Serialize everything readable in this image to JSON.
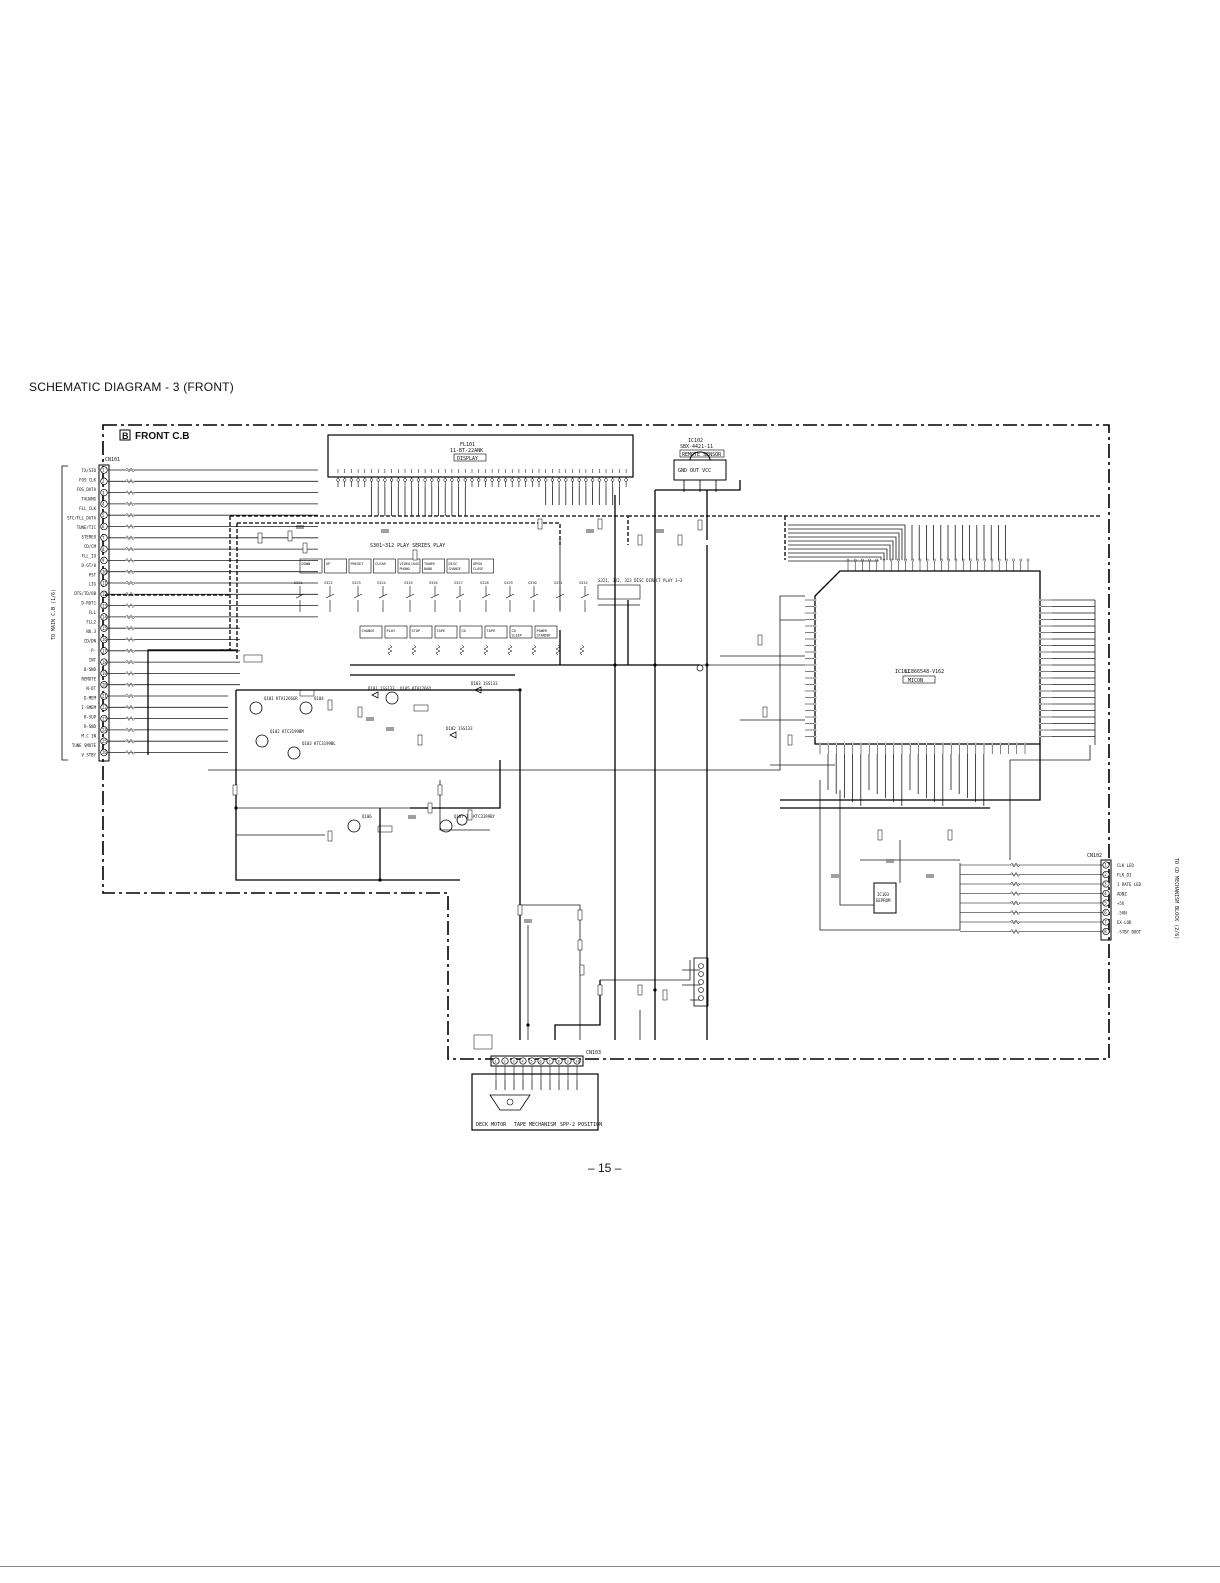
{
  "page": {
    "title": "SCHEMATIC  DIAGRAM - 3  (FRONT)",
    "page_number": "– 15 –"
  },
  "board": {
    "marker": "B",
    "name": "FRONT  C.B"
  },
  "connectors": {
    "cn101": "CN101",
    "cn102": "CN102",
    "cn103": "CN103",
    "cn101_pins": [
      "1",
      "2",
      "3",
      "4",
      "5",
      "6",
      "7",
      "8",
      "9",
      "10",
      "11",
      "12",
      "13",
      "14",
      "15",
      "16",
      "17",
      "18",
      "19",
      "20",
      "21",
      "22",
      "23",
      "24",
      "25",
      "26"
    ],
    "cn101_signals": [
      "TX/SIO",
      "FOS_CLK",
      "FOS_DATA",
      "TAUAMG",
      "FLL_CLK",
      "STC/FLL_DATA",
      "TUNE/TIC",
      "STEREO",
      "CD/CM",
      "FLL_IO",
      "D-GT/0",
      "PST",
      "LIG",
      "DTS/TD/OB",
      "D-ROT1",
      "FLL",
      "FLL2",
      "NO.3",
      "CD/DN",
      "P-",
      "INT",
      "B-SND",
      "REMOTE",
      "N-DT",
      "D-MEM",
      "I-SMEM",
      "K-SUP",
      "R-SND",
      "M.C IN",
      "TUNE SMUTE",
      "V STBY"
    ],
    "cn102_pins": [
      "1",
      "2",
      "3",
      "4",
      "5",
      "6",
      "7",
      "8"
    ],
    "cn102_signals": [
      "CLK LED",
      "FLK_DI",
      "1 RATE LED",
      "ADNZ",
      "+5V",
      "-5VN",
      "EX-LOD",
      "-STBY BOOT"
    ],
    "cn103_pins": [
      "1",
      "2",
      "3",
      "4",
      "5",
      "6",
      "7",
      "8",
      "9",
      "10"
    ],
    "cn101_side_label": "TO MAIN C.B (1/6)",
    "cn102_side_label": "TO CD MECHANISM BLOCK (2/6)"
  },
  "ics": {
    "display": {
      "ref": "FL101",
      "part": "11-BT-22ANK",
      "label": "DISPLAY"
    },
    "remote": {
      "ref": "IC102",
      "part": "SBX-4421-11",
      "label": "REMOTE SENSOR",
      "pins": "GND OUT VCC"
    },
    "micom": {
      "ref": "IC101",
      "part": "LC866548-V162",
      "label": "MICON"
    },
    "ic103": {
      "ref": "IC103",
      "label": "EEPROM"
    }
  },
  "switches": {
    "top_row": [
      "DOWN",
      "UP",
      "PRESET",
      "CLEAR",
      "VIDEO/AUX PHONO",
      "TUNER BAND",
      "DISC CHANGE",
      "OPEN CLOSE"
    ],
    "row_refs": [
      "S321",
      "S322",
      "S323",
      "S324",
      "S325",
      "S326",
      "S327",
      "S328",
      "S329",
      "S330",
      "S331",
      "S332"
    ],
    "bottom_row": [
      "CHANGE",
      "PLAY",
      "STOP",
      "TAPE",
      "CD",
      "TAPE",
      "CD SLEEP",
      "POWER STANDBY"
    ],
    "disc_direct": "S321, 322, 323 DISC DIRECT PLAY 1~3",
    "bus_label": "S301~312 PLAY SERIES PLAY"
  },
  "transistors": [
    "Q101 KTA1266GR",
    "Q102 KTC3199BM",
    "Q103 KTC3199BL",
    "Q104",
    "Q105 KTA1266Y",
    "Q106",
    "Q107 TP-KTC3199BY"
  ],
  "diodes": [
    "D101 1SS133",
    "D102 1SS133",
    "D103 1SS133"
  ],
  "mechanisms": {
    "deck": "DECK MOTOR",
    "tape": "TAPE MECHANISM",
    "position": "SPP-2 POSITION"
  },
  "colors": {
    "line": "#1a1a1a",
    "border": "#000000",
    "paper": "#ffffff"
  }
}
